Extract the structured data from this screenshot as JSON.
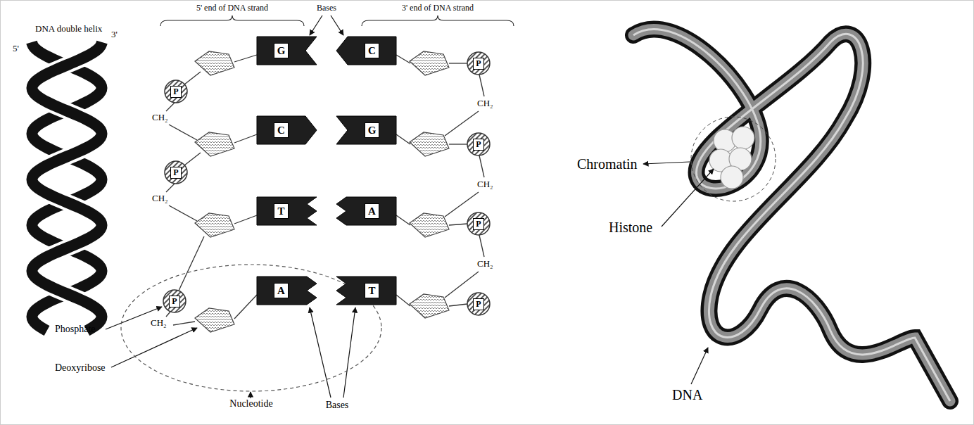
{
  "diagram": {
    "nodes": [
      {
        "text": [
          "G"
        ]
      },
      {
        "text": [
          "C"
        ]
      },
      {
        "text": [
          "P"
        ]
      },
      {
        "text": [
          "P"
        ]
      },
      {
        "text": [
          "C"
        ]
      },
      {
        "text": [
          "G"
        ]
      },
      {
        "text": [
          "P"
        ]
      },
      {
        "text": [
          "P"
        ]
      },
      {
        "text": [
          "T"
        ]
      },
      {
        "text": [
          "A"
        ]
      },
      {
        "text": [
          "P"
        ]
      },
      {
        "text": [
          "Nucleotide"
        ]
      },
      {
        "text": [
          "P"
        ],
        "in": 11
      },
      {
        "text": [
          "A"
        ],
        "in": 11
      },
      {
        "text": [
          "T"
        ]
      },
      {
        "text": [
          "P"
        ]
      }
    ],
    "labels": [
      "DNA double helix",
      "5'",
      "3'",
      "5' end of DNA strand",
      "Bases",
      "3' end of DNA strand",
      "CH₂",
      "CH₂",
      "CH₂",
      "CH₂",
      "CH₂",
      "CH₂",
      "Phosphate",
      "Deoxyribose",
      "Bases",
      "Chromatin",
      "Histone",
      "DNA"
    ]
  }
}
